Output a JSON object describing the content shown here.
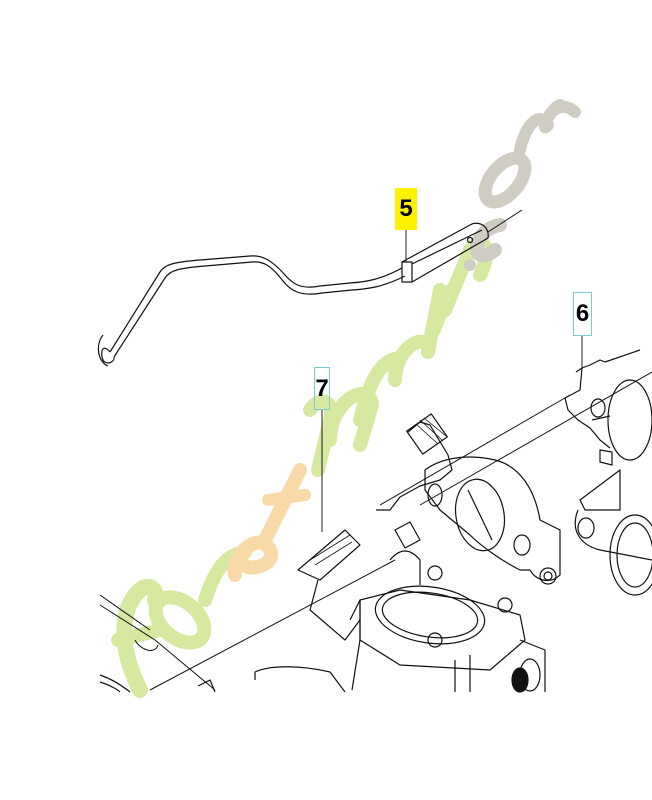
{
  "diagram": {
    "type": "exploded-parts-diagram",
    "callouts": [
      {
        "id": "5",
        "label": "5",
        "style": "highlight",
        "color": "#fff200"
      },
      {
        "id": "6",
        "label": "6",
        "style": "outline",
        "color": "#7fc9d4"
      },
      {
        "id": "7",
        "label": "7",
        "style": "outline",
        "color": "#7fc9d4"
      }
    ]
  },
  "watermark": {
    "parts": [
      {
        "text": "for",
        "color": "#d7e8a0"
      },
      {
        "text": "et",
        "color": "#f9d9a8"
      },
      {
        "text": "jardin",
        "color": "#d7e8a0"
      },
      {
        "text": ".com",
        "color": "#cfccc3"
      }
    ]
  }
}
